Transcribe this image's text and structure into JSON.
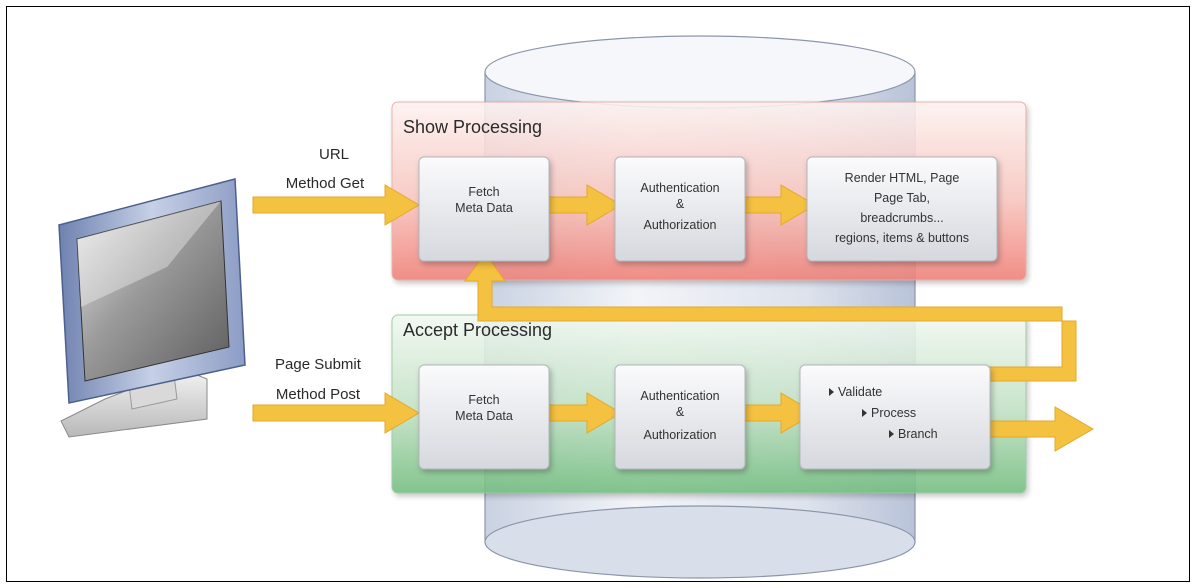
{
  "show": {
    "title": "Show Processing",
    "input_line1": "URL",
    "input_line2": "Method Get",
    "step1": [
      "Fetch",
      "Meta Data"
    ],
    "step2": [
      "Authentication",
      "&",
      "Authorization"
    ],
    "step3": [
      "Render HTML, Page",
      "Page Tab,",
      "breadcrumbs...",
      "regions, items & buttons"
    ]
  },
  "accept": {
    "title": "Accept Processing",
    "input_line1": "Page Submit",
    "input_line2": "Method Post",
    "step1": [
      "Fetch",
      "Meta Data"
    ],
    "step2": [
      "Authentication",
      "&",
      "Authorization"
    ],
    "step3": [
      "Validate",
      "Process",
      "Branch"
    ]
  },
  "colors": {
    "arrow": "#f4c141",
    "show_panel": "#f08c84",
    "accept_panel": "#7fc48a",
    "box": "#e4e6ea"
  }
}
